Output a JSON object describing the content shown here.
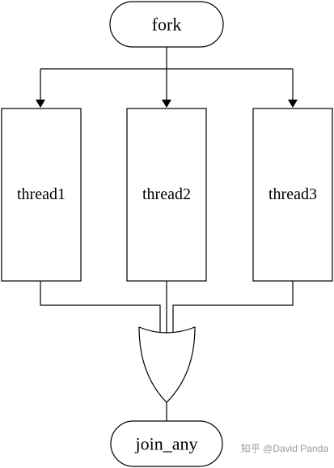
{
  "nodes": {
    "fork": {
      "label": "fork"
    },
    "threads": [
      {
        "label": "thread1"
      },
      {
        "label": "thread2"
      },
      {
        "label": "thread3"
      }
    ],
    "join": {
      "label": "join_any"
    }
  },
  "watermark": {
    "text": "知乎 @David Panda"
  },
  "colors": {
    "stroke": "#000000",
    "background": "#ffffff",
    "watermark": "#9a9a9a"
  }
}
